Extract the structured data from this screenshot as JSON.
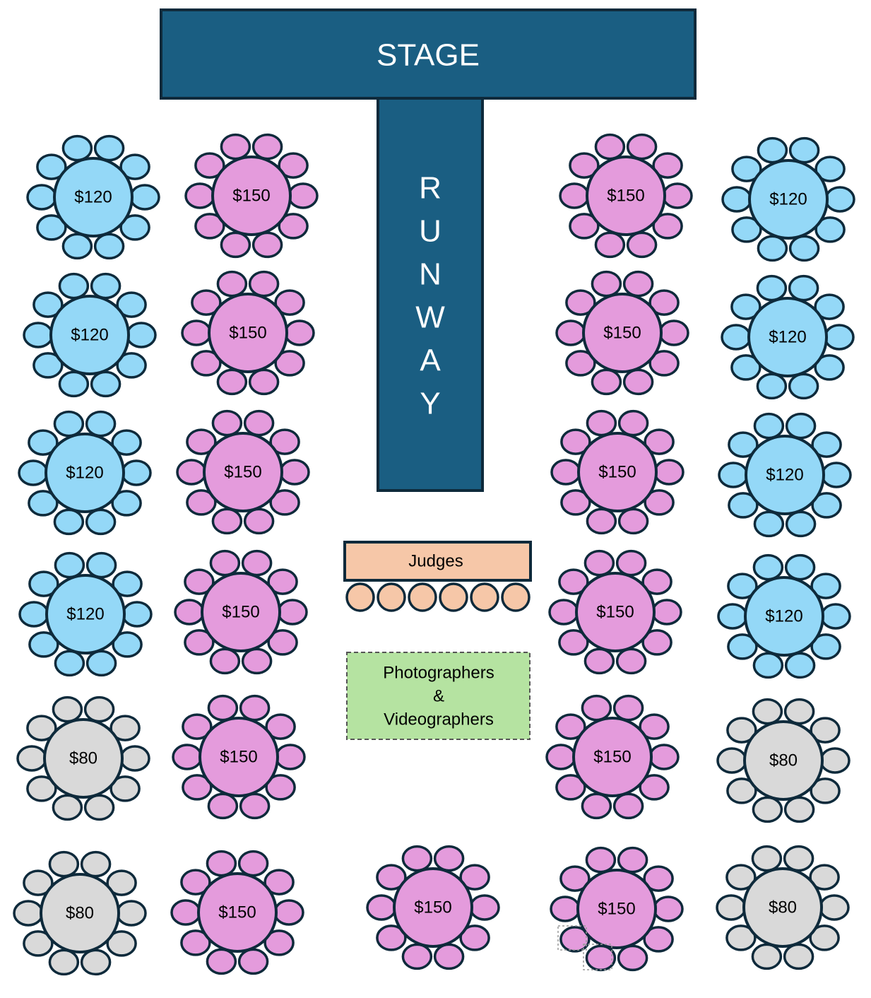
{
  "stage": {
    "label": "STAGE"
  },
  "runway": {
    "letters": [
      "R",
      "U",
      "N",
      "W",
      "A",
      "Y"
    ]
  },
  "judges": {
    "label": "Judges",
    "seats": 6
  },
  "press_area": {
    "line1": "Photographers",
    "line2": "&",
    "line3": "Videographers"
  },
  "colors": {
    "stage_fill": "#1a5e82",
    "outline": "#0e2a3b",
    "tier_120": "#94d8f7",
    "tier_150": "#e49bdc",
    "tier_80": "#d9d9d9",
    "judges_fill": "#f6c7a8",
    "press_fill": "#b5e3a1"
  },
  "tiers": {
    "120": {
      "label": "$120",
      "color_key": "tier_120"
    },
    "150": {
      "label": "$150",
      "color_key": "tier_150"
    },
    "80": {
      "label": "$80",
      "color_key": "tier_80"
    }
  },
  "tables": [
    {
      "tier": "120",
      "seats": 10
    },
    {
      "tier": "150",
      "seats": 10
    },
    {
      "tier": "150",
      "seats": 10
    },
    {
      "tier": "120",
      "seats": 10
    },
    {
      "tier": "120",
      "seats": 10
    },
    {
      "tier": "150",
      "seats": 10
    },
    {
      "tier": "150",
      "seats": 10
    },
    {
      "tier": "120",
      "seats": 10
    },
    {
      "tier": "120",
      "seats": 10
    },
    {
      "tier": "150",
      "seats": 10
    },
    {
      "tier": "150",
      "seats": 10
    },
    {
      "tier": "120",
      "seats": 10
    },
    {
      "tier": "120",
      "seats": 10
    },
    {
      "tier": "150",
      "seats": 10
    },
    {
      "tier": "150",
      "seats": 10
    },
    {
      "tier": "120",
      "seats": 10
    },
    {
      "tier": "80",
      "seats": 10
    },
    {
      "tier": "150",
      "seats": 10
    },
    {
      "tier": "150",
      "seats": 10
    },
    {
      "tier": "80",
      "seats": 10
    },
    {
      "tier": "80",
      "seats": 10
    },
    {
      "tier": "150",
      "seats": 10
    },
    {
      "tier": "150",
      "seats": 10
    },
    {
      "tier": "150",
      "seats": 10
    },
    {
      "tier": "80",
      "seats": 10
    }
  ]
}
